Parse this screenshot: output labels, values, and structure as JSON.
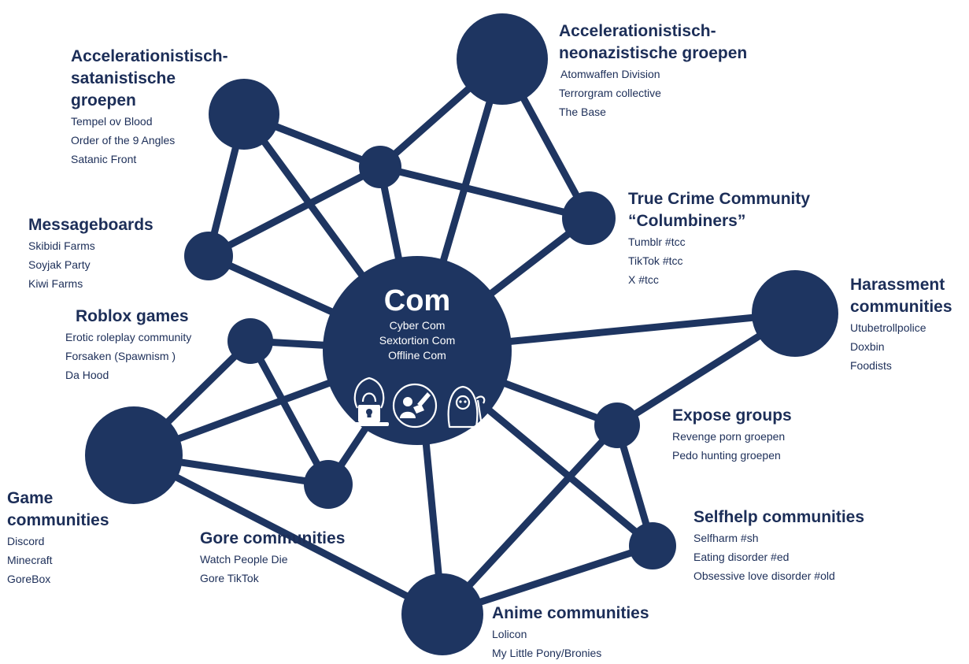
{
  "center": {
    "title": "Com",
    "items": [
      "Cyber Com",
      "Sextortion Com",
      "Offline Com"
    ],
    "icons": [
      "hooded-hacker-icon",
      "sextortion-hand-icon",
      "grim-reaper-icon"
    ]
  },
  "colors": {
    "node": "#1e3561",
    "edge": "#1e3561",
    "text": "#1c2e58",
    "center_text": "#ffffff"
  },
  "groups": {
    "satanistic": {
      "title": "Accelerationistisch-\nsatanistische\ngroepen",
      "items": [
        "Tempel ov Blood",
        "Order of the 9 Angles",
        "Satanic Front"
      ]
    },
    "neonazi": {
      "title": "Accelerationistisch-\nneonazistische groepen",
      "items": [
        "Atomwaffen Division",
        "Terrorgram collective",
        "The Base"
      ]
    },
    "true_crime": {
      "title": "True Crime Community\n“Columbiners”",
      "items": [
        "Tumblr #tcc",
        "TikTok #tcc",
        "X #tcc"
      ]
    },
    "messageboards": {
      "title": "Messageboards",
      "items": [
        "Skibidi Farms",
        "Soyjak Party",
        "Kiwi Farms"
      ]
    },
    "roblox": {
      "title": "Roblox games",
      "items": [
        "Erotic roleplay community",
        "Forsaken (Spawnism )",
        "Da Hood"
      ]
    },
    "harassment": {
      "title": "Harassment\ncommunities",
      "items": [
        "Utubetrollpolice",
        "Doxbin",
        "Foodists"
      ]
    },
    "expose": {
      "title": "Expose groups",
      "items": [
        "Revenge porn groepen",
        "Pedo hunting groepen"
      ]
    },
    "game": {
      "title": "Game\ncommunities",
      "items": [
        "Discord",
        "Minecraft",
        "GoreBox"
      ]
    },
    "gore": {
      "title": "Gore communities",
      "items": [
        "Watch People Die",
        "Gore TikTok"
      ]
    },
    "selfhelp": {
      "title": "Selfhelp communities",
      "items": [
        "Selfharm #sh",
        "Eating disorder #ed",
        "Obsessive love disorder #old"
      ]
    },
    "anime": {
      "title": "Anime communities",
      "items": [
        "Lolicon",
        "My Little Pony/Bronies"
      ]
    }
  }
}
